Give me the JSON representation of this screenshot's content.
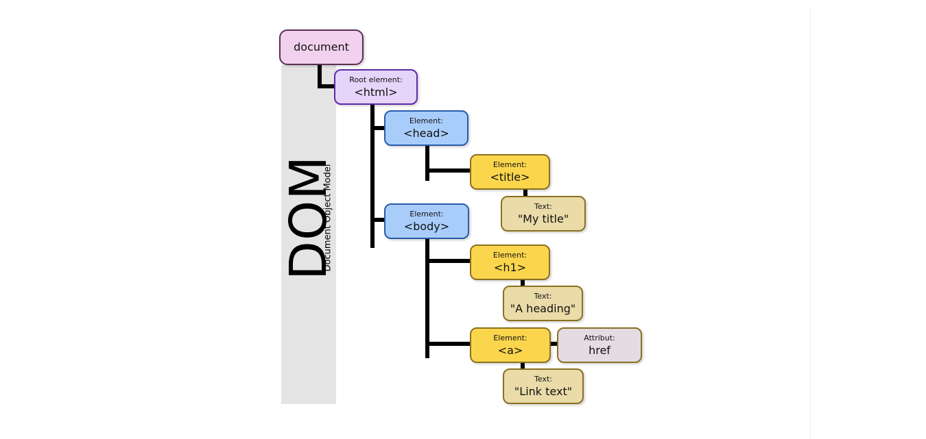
{
  "title": "DOM",
  "subtitle": "Document Object Model",
  "nodes": {
    "document": {
      "tag": "document"
    },
    "html": {
      "caption": "Root element:",
      "tag": "<html>"
    },
    "head": {
      "caption": "Element:",
      "tag": "<head>"
    },
    "title": {
      "caption": "Element:",
      "tag": "<title>"
    },
    "title_text": {
      "caption": "Text:",
      "tag": "\"My title\""
    },
    "body": {
      "caption": "Element:",
      "tag": "<body>"
    },
    "h1": {
      "caption": "Element:",
      "tag": "<h1>"
    },
    "h1_text": {
      "caption": "Text:",
      "tag": "\"A heading\""
    },
    "a": {
      "caption": "Element:",
      "tag": "<a>"
    },
    "a_attr": {
      "caption": "Attribut:",
      "tag": "href"
    },
    "a_text": {
      "caption": "Text:",
      "tag": "\"Link text\""
    }
  },
  "colors": {
    "document": "#f2d1ee",
    "root": "#e6d4fb",
    "structure": "#a9cdfb",
    "element": "#fbd64d",
    "text": "#eadba8",
    "attribute": "#e4dbe3",
    "band": "#e4e4e4"
  }
}
